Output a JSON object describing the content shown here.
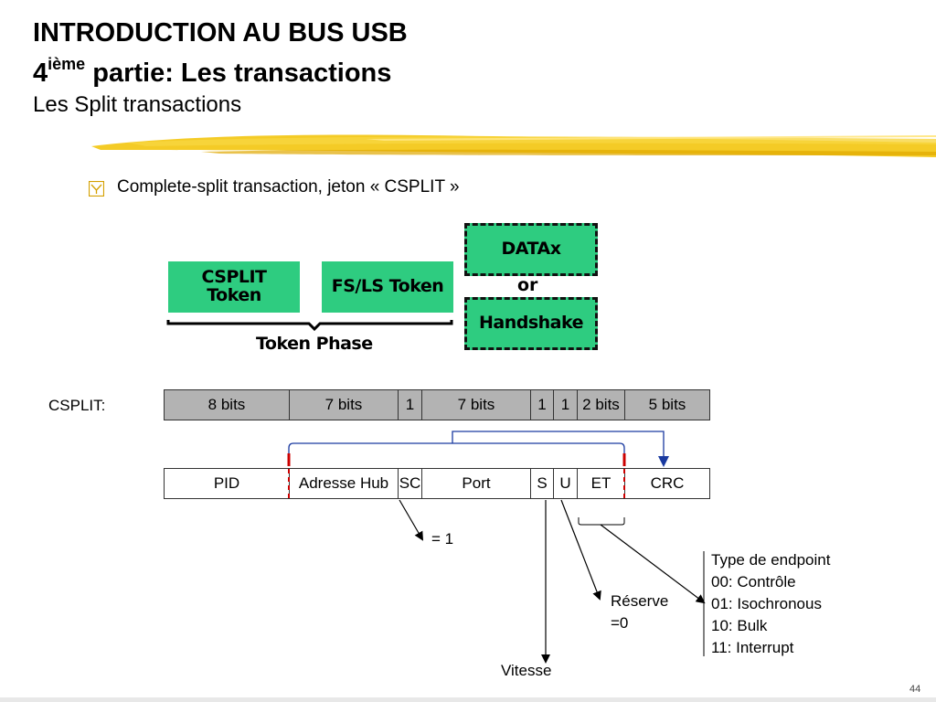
{
  "slide": {
    "title_line1": "INTRODUCTION AU BUS USB",
    "title_line2_num": "4",
    "title_line2_sup": "ième",
    "title_line2_rest": " partie: Les transactions",
    "subtitle": "Les Split transactions",
    "bullet": "Complete-split transaction, jeton « CSPLIT »",
    "page_number": "44"
  },
  "token_diagram": {
    "csplit_token": [
      "CSPLIT",
      "Token"
    ],
    "fsls_token": "FS/LS Token",
    "datax": "DATAx",
    "or": "or",
    "handshake": "Handshake",
    "token_phase": "Token Phase"
  },
  "packet": {
    "row_label": "CSPLIT:",
    "bits": [
      "8 bits",
      "7 bits",
      "1",
      "7 bits",
      "1",
      "1",
      "2 bits",
      "5 bits"
    ],
    "fields": [
      "PID",
      "Adresse Hub",
      "SC",
      "Port",
      "S",
      "U",
      "ET",
      "CRC"
    ]
  },
  "annotations": {
    "sc_value": "= 1",
    "reserve": [
      "Réserve",
      "=0"
    ],
    "vitesse": "Vitesse",
    "endpoint_types": [
      "Type de endpoint",
      "00: Contrôle",
      "01: Isochronous",
      "10: Bulk",
      "11: Interrupt"
    ]
  },
  "colors": {
    "green_box": "#2ecc80",
    "bits_row_bg": "#b3b3b3",
    "bracket_blue": "#1a3aa0",
    "marker_red": "#cc0000",
    "title_stroke": "#f2c200"
  }
}
